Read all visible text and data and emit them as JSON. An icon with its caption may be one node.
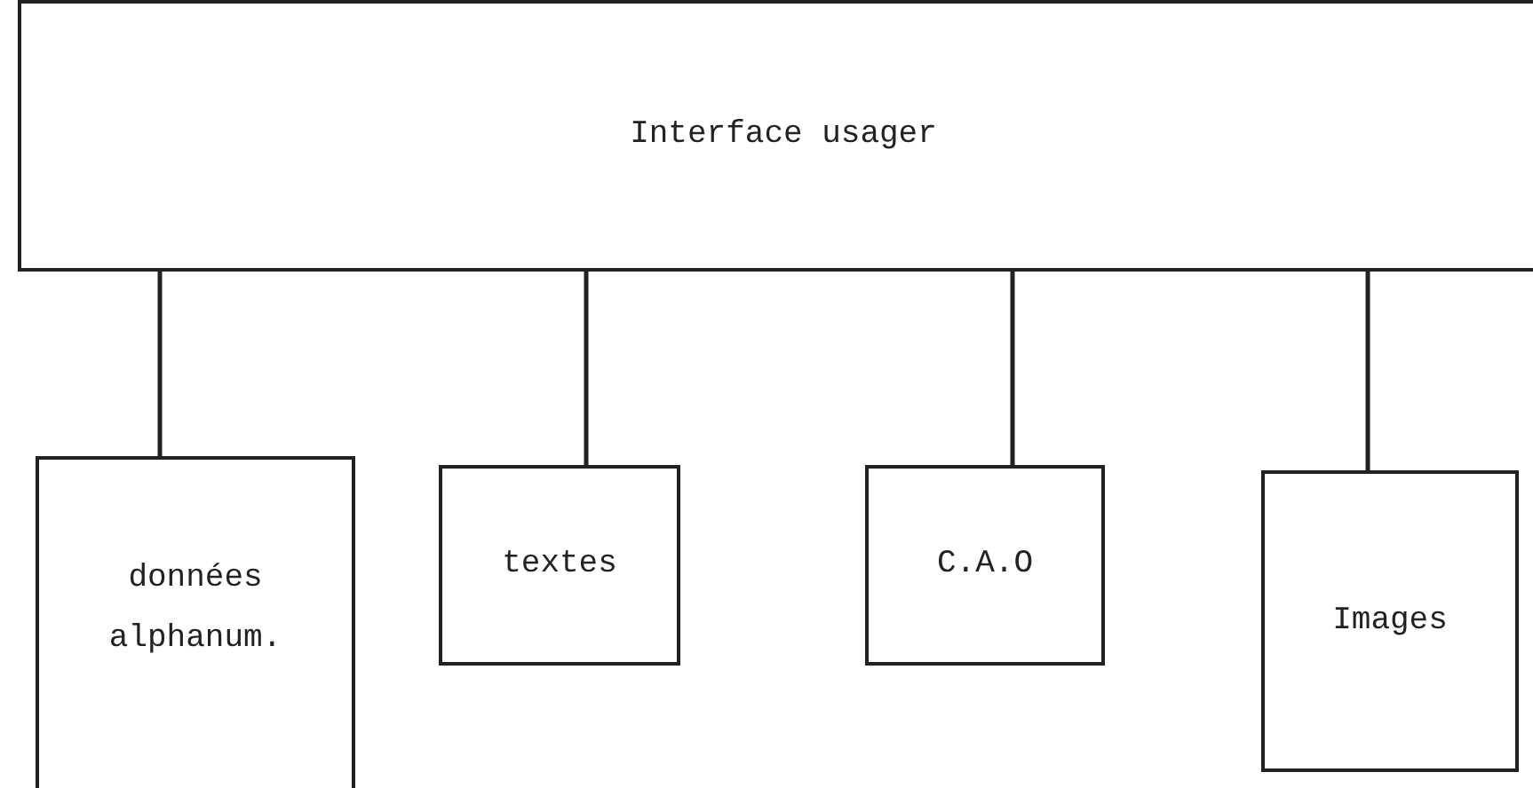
{
  "diagram": {
    "nodes": [
      {
        "text": [
          "Interface usager"
        ]
      },
      {
        "text": [
          "données alphanum."
        ]
      },
      {
        "text": [
          "textes"
        ]
      },
      {
        "text": [
          "C.A.O"
        ]
      },
      {
        "text": [
          "Images"
        ]
      }
    ],
    "edges": [
      {
        "from": 0,
        "to": 1,
        "arrow": "none"
      },
      {
        "from": 0,
        "to": 2,
        "arrow": "none"
      },
      {
        "from": 0,
        "to": 3,
        "arrow": "none"
      },
      {
        "from": 0,
        "to": 4,
        "arrow": "none"
      }
    ]
  }
}
